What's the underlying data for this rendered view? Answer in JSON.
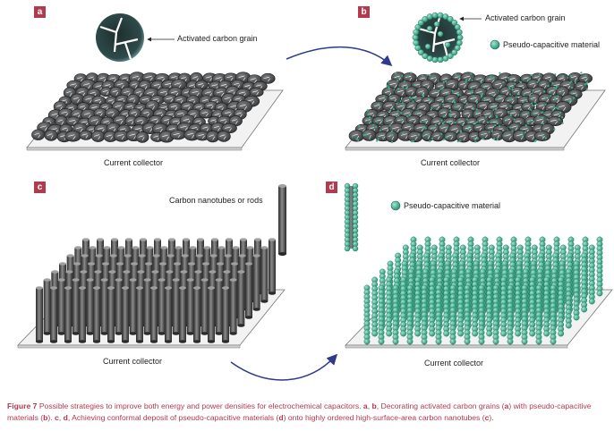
{
  "panels": {
    "a": {
      "label": "a",
      "grain_label": "Activated carbon grain",
      "collector_label": "Current collector"
    },
    "b": {
      "label": "b",
      "grain_label": "Activated carbon grain",
      "legend_label": "Pseudo-capacitive material",
      "collector_label": "Current collector"
    },
    "c": {
      "label": "c",
      "rod_label": "Carbon nanotubes or rods",
      "collector_label": "Current collector"
    },
    "d": {
      "label": "d",
      "legend_label": "Pseudo-capacitive material",
      "collector_label": "Current collector"
    }
  },
  "caption": {
    "figure": "Figure 7",
    "text": " Possible strategies to improve both energy and power densities for electrochemical capacitors. ",
    "ab_bold": "a",
    "ab_sep": ", ",
    "b_bold": "b",
    "part1": ", Decorating activated carbon grains (",
    "a_ref": "a",
    "part2": ") with pseudo-capacitive materials (",
    "b_ref": "b",
    "part3": "). ",
    "c_bold": "c",
    "cd_sep": ", ",
    "d_bold": "d",
    "part4": ", Achieving conformal deposit of pseudo-capacitive materials (",
    "d_ref": "d",
    "part5": ") onto highly ordered high-surface-area carbon nanotubes (",
    "c_ref": "c",
    "part6": ")."
  },
  "colors": {
    "accent": "#b23a4e",
    "grain": "#3f4142",
    "pseudo": "#3bb08f",
    "arrow": "#2e3a8c"
  }
}
